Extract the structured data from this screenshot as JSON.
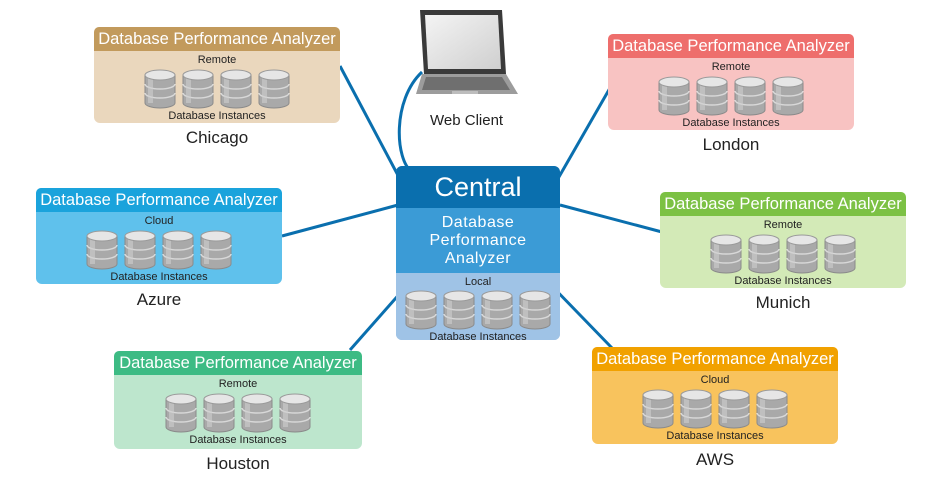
{
  "central": {
    "title": "Central",
    "name_lines": [
      "Database",
      "Performance",
      "Analyzer"
    ],
    "sublabel": "Local",
    "instances_label": "Database Instances",
    "colors": {
      "title_bg": "#0a6fae",
      "name_bg": "#3b9bd6",
      "body_bg": "#9fc3e6"
    }
  },
  "web_client": {
    "label": "Web Client",
    "icon": "laptop-icon"
  },
  "connector_color": "#0a6fae",
  "nodes": [
    {
      "id": "chicago",
      "title": "Database Performance Analyzer",
      "sublabel": "Remote",
      "instances_label": "Database Instances",
      "location": "Chicago",
      "header_color": "#c29a5c",
      "body_color": "#ead7bd"
    },
    {
      "id": "azure",
      "title": "Database Performance Analyzer",
      "sublabel": "Cloud",
      "instances_label": "Database Instances",
      "location": "Azure",
      "header_color": "#1aa3dc",
      "body_color": "#5fc1ec"
    },
    {
      "id": "houston",
      "title": "Database Performance Analyzer",
      "sublabel": "Remote",
      "instances_label": "Database Instances",
      "location": "Houston",
      "header_color": "#3dbb84",
      "body_color": "#bde6cd"
    },
    {
      "id": "london",
      "title": "Database Performance Analyzer",
      "sublabel": "Remote",
      "instances_label": "Database Instances",
      "location": "London",
      "header_color": "#ee6e6c",
      "body_color": "#f8c3c2"
    },
    {
      "id": "munich",
      "title": "Database Performance Analyzer",
      "sublabel": "Remote",
      "instances_label": "Database Instances",
      "location": "Munich",
      "header_color": "#7cc144",
      "body_color": "#d3eab7"
    },
    {
      "id": "aws",
      "title": "Database Performance Analyzer",
      "sublabel": "Cloud",
      "instances_label": "Database Instances",
      "location": "AWS",
      "header_color": "#f1a100",
      "body_color": "#f8c35d"
    }
  ]
}
